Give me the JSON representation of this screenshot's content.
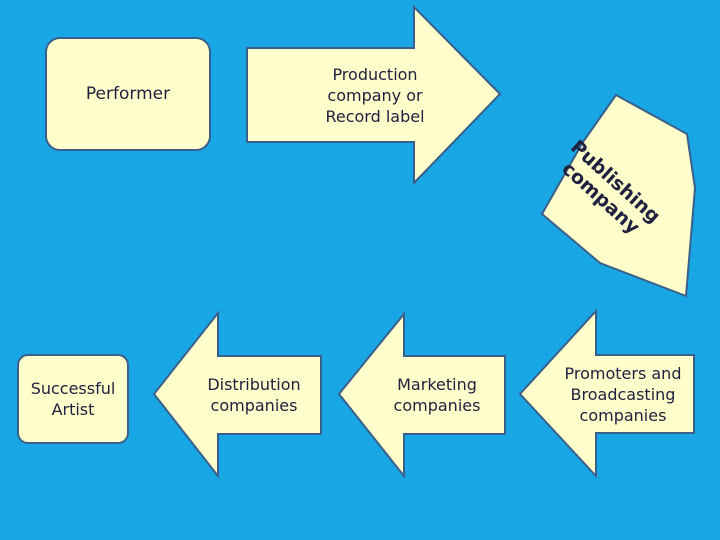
{
  "nodes": {
    "performer": "Performer",
    "production": "Production\ncompany or\nRecord label",
    "publishing": "Publishing\ncompany",
    "promoters": "Promoters and\nBroadcasting\ncompanies",
    "marketing": "Marketing\ncompanies",
    "distribution": "Distribution\ncompanies",
    "artist": "Successful\nArtist"
  },
  "colors": {
    "background": "#19a6e4",
    "shape_fill": "#ffffcc",
    "shape_stroke": "#3a5f8a",
    "text": "#202040"
  }
}
